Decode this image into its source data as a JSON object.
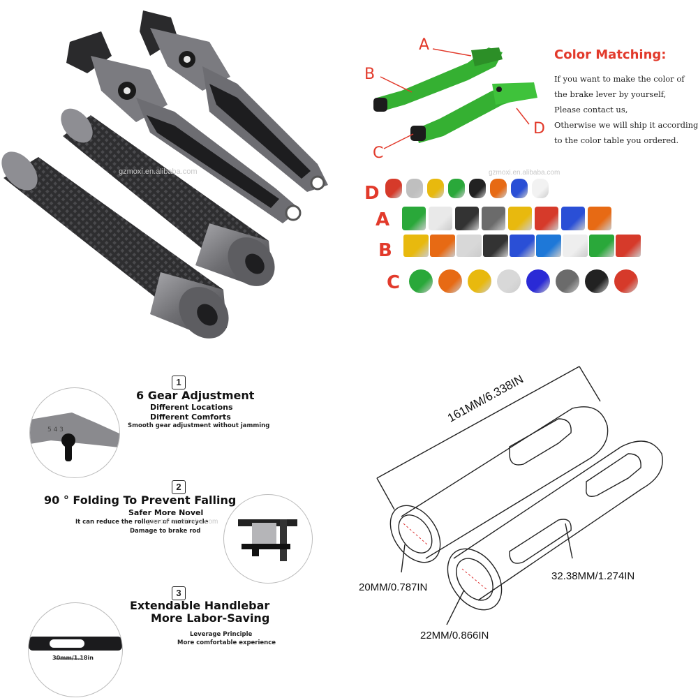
{
  "watermark": "gzmoxi.en.alibaba.com",
  "color_matching": {
    "title": "Color Matching:",
    "lines": [
      "If you want to make the color of",
      "the brake lever by yourself,",
      "Please contact us,",
      "Otherwise we will ship it according",
      "to the color table you ordered."
    ],
    "labels": {
      "a": "A",
      "b": "B",
      "c": "C",
      "d": "D"
    }
  },
  "color_table": {
    "rows": [
      {
        "label": "D",
        "colors": [
          "#d63a2a",
          "#bfbfbf",
          "#e8b90e",
          "#2aa83a",
          "#222222",
          "#e76a14",
          "#2a4fd6",
          "#f2f2f2"
        ]
      },
      {
        "label": "A",
        "colors": [
          "#2aa83a",
          "#e9e9e9",
          "#333333",
          "#6b6b6b",
          "#e8b90e",
          "#d63a2a",
          "#2a4fd6",
          "#e76a14"
        ]
      },
      {
        "label": "B",
        "colors": [
          "#e8b90e",
          "#e76a14",
          "#d8d8d8",
          "#333333",
          "#2a4fd6",
          "#1e78d8",
          "#eeeeee",
          "#2aa83a",
          "#d63a2a"
        ]
      },
      {
        "label": "C",
        "colors": [
          "#2aa83a",
          "#e76a14",
          "#e8b90e",
          "#d8d8d8",
          "#2a2ad6",
          "#6b6b6b",
          "#222222",
          "#d63a2a"
        ]
      }
    ]
  },
  "features": [
    {
      "num": "1",
      "title": "6 Gear Adjustment",
      "subs": [
        "Different Locations",
        "Different Comforts"
      ],
      "smalls": [
        "Smooth gear adjustment without jamming"
      ]
    },
    {
      "num": "2",
      "title": "90 ° Folding To Prevent Falling",
      "subs": [
        "Safer More Novel"
      ],
      "smalls": [
        "It can reduce the rollover of motorcycle",
        "Damage to brake rod"
      ]
    },
    {
      "num": "3",
      "title": "Extendable Handlebar",
      "title2": "More Labor-Saving",
      "subs": [],
      "smalls": [
        "Leverage Principle",
        "More comfortable experience"
      ]
    }
  ],
  "extend_dim": "30mm/1.18in",
  "dimensions": {
    "length": "161MM/6.338IN",
    "outer": "32.38MM/1.274IN",
    "inner_left": "20MM/0.787IN",
    "inner_right": "22MM/0.866IN"
  },
  "colors": {
    "accent_red": "#e23a2b",
    "titanium": "#7a7a7e",
    "green": "#35b032"
  }
}
